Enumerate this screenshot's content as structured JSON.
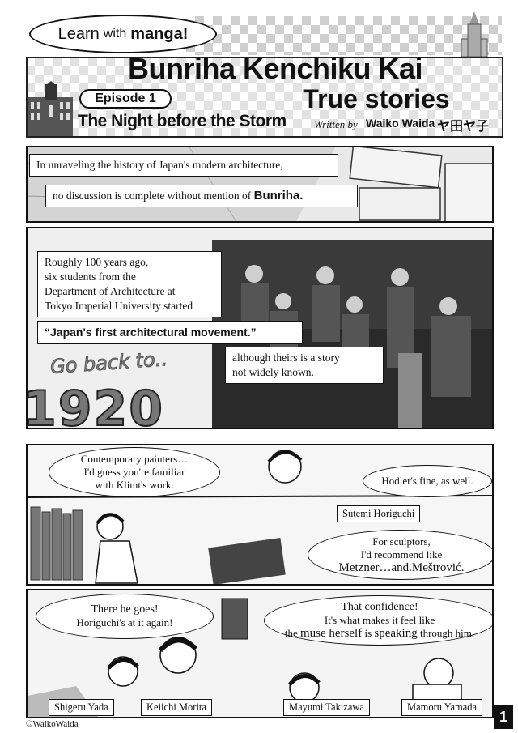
{
  "header": {
    "tag": {
      "part1": "Learn",
      "part2": "with",
      "part3": "manga!"
    },
    "title": "Bunriha Kenchiku Kai",
    "subtitle": "True stories",
    "episode_label": "Episode 1",
    "episode_title": "The Night before the Storm",
    "written_by_label": "Written by",
    "author": "Waiko Waida",
    "author_jp": "ヤ田ヤ子"
  },
  "panel1": {
    "caption1": "In unraveling the history of Japan's modern architecture,",
    "caption2_pre": "no discussion is complete without mention of",
    "caption2_bold": "Bunriha."
  },
  "panel2": {
    "caption_lines": [
      "Roughly 100 years ago,",
      "six students from the",
      "Department of Architecture at",
      "Tokyo Imperial University started"
    ],
    "quote": "“Japan's first architectural movement.”",
    "caption3_lines": [
      "although theirs is a story",
      "not widely known."
    ],
    "go_back": "Go back to..",
    "year": "1920"
  },
  "panel3": {
    "bubble1_lines": [
      "Contemporary painters…",
      "I'd guess you're familiar",
      "with Klimt's work."
    ],
    "bubble2": "Hodler's fine, as well.",
    "name1": "Sutemi Horiguchi",
    "bubble3_line1": "For sculptors,",
    "bubble3_line2": "I'd recommend like",
    "bubble3_line3": "Metzner…and.Meštrović."
  },
  "panel4": {
    "bubble1_line1": "There he goes!",
    "bubble1_line2": "Horiguchi's at it again!",
    "bubble2_line1": "That confidence!",
    "bubble2_line2": "It's what makes it feel like",
    "bubble2_line3_pre": "the",
    "bubble2_line3_bold": "muse herself",
    "bubble2_line3_mid": "is",
    "bubble2_line3_bold2": "speaking",
    "bubble2_line3_post": "through him.",
    "names": [
      "Shigeru Yada",
      "Keiichi Morita",
      "Mayumi Takizawa",
      "Mamoru Yamada"
    ]
  },
  "footer": {
    "copyright": "©WaikoWaida",
    "page_number": "1"
  },
  "colors": {
    "ink": "#111111",
    "screen_tone": "#cfcfcf",
    "photo": "#2a2a2a"
  }
}
